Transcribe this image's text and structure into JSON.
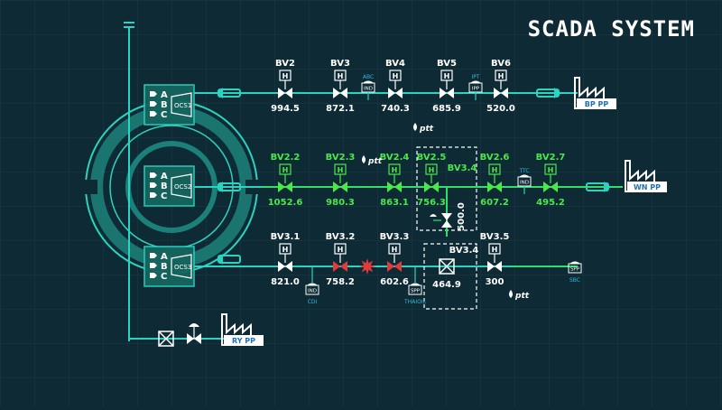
{
  "title": "SCADA SYSTEM",
  "colors": {
    "background": "#0e2a35",
    "grid": "#1c3b47",
    "pipe": "#2ad4c0",
    "pipe_active": "#2ee06a",
    "white": "#ffffff",
    "green": "#4be84b",
    "red": "#e23b3b",
    "panel": "#1f8f86",
    "panel_fill": "#16645f",
    "badge": "#2fb8e0"
  },
  "ocs": [
    {
      "id": "OCS1",
      "labels": [
        "A",
        "B",
        "C"
      ]
    },
    {
      "id": "OCS2",
      "labels": [
        "A",
        "B",
        "C"
      ]
    },
    {
      "id": "OCS3",
      "labels": [
        "A",
        "B",
        "C"
      ]
    }
  ],
  "line1": {
    "valves": [
      {
        "name": "BV2",
        "value": "994.5"
      },
      {
        "name": "BV3",
        "value": "872.1"
      },
      {
        "name": "BV4",
        "value": "740.3"
      },
      {
        "name": "BV5",
        "value": "685.9"
      },
      {
        "name": "BV6",
        "value": "520.0"
      }
    ],
    "tags": [
      {
        "top": "ABC",
        "bottom": "IND"
      },
      {
        "top": "IPT",
        "bottom": "IPP"
      }
    ],
    "plant": "BP PP",
    "ptt": "ptt"
  },
  "line2": {
    "valves": [
      {
        "name": "BV2.2",
        "value": "1052.6"
      },
      {
        "name": "BV2.3",
        "value": "980.3"
      },
      {
        "name": "BV2.4",
        "value": "863.1"
      },
      {
        "name": "BV2.5",
        "value": "756.3"
      },
      {
        "name": "BV2.6",
        "value": "607.2"
      },
      {
        "name": "BV2.7",
        "value": "495.2"
      }
    ],
    "bv34": "BV3.4",
    "vertical_value": "500.0",
    "tag": {
      "top": "TTC",
      "bottom": "IND"
    },
    "plant": "WN PP",
    "ptt": "ptt"
  },
  "line3": {
    "valves": [
      {
        "name": "BV3.1",
        "value": "821.0"
      },
      {
        "name": "BV3.2",
        "value": "758.2"
      },
      {
        "name": "BV3.3",
        "value": "602.6"
      },
      {
        "name": "BV3.5",
        "value": "300"
      }
    ],
    "bv34": "BV3.4",
    "bv34_value": "464.9",
    "tags": [
      {
        "box": "IND",
        "label": "CDI"
      },
      {
        "box": "SPP",
        "label": "THAIOIL"
      },
      {
        "box": "SPP",
        "label": "SBC"
      }
    ],
    "ptt": "ptt"
  },
  "line4": {
    "plant": "RY PP"
  },
  "valve_letter": "H"
}
